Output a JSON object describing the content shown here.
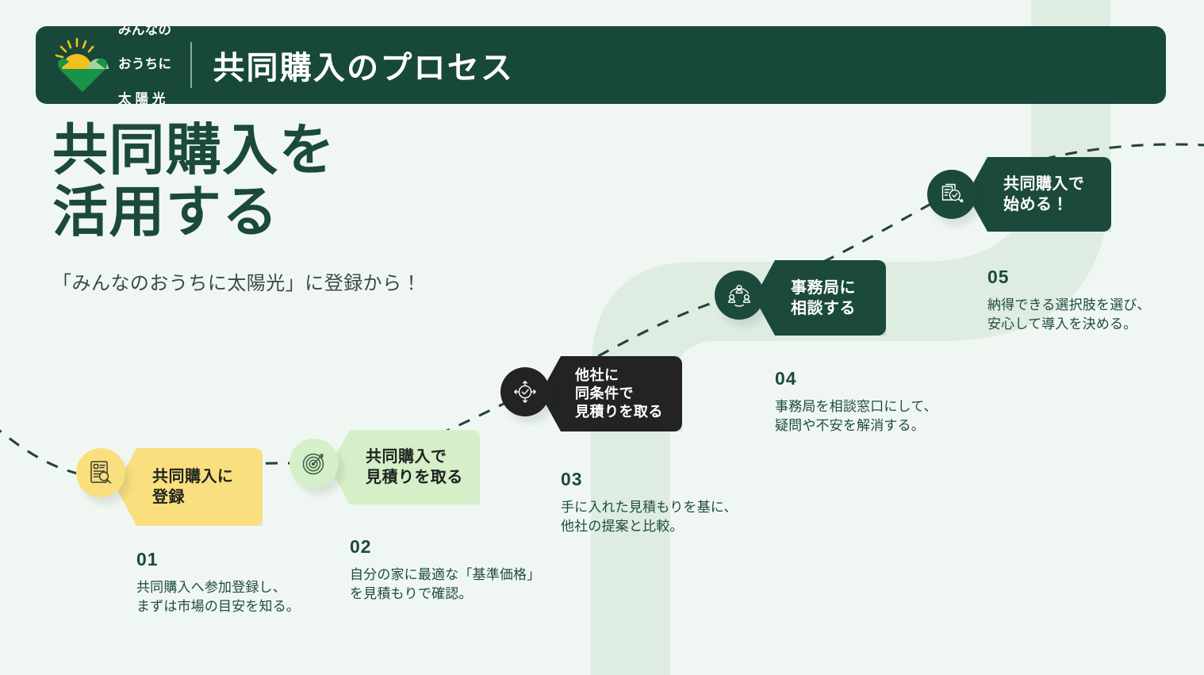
{
  "header": {
    "logo": {
      "name": "minna-no-ouchi-ni-taiyoukou-logo",
      "line1": "みんなの",
      "line2": "おうちに",
      "line3": "太陽光"
    },
    "title": "共同購入のプロセス"
  },
  "hero": {
    "title": "共同購入を\n活用する",
    "subtitle": "「みんなのおうちに太陽光」に登録から！"
  },
  "colors": {
    "page_background": "#F0F7F2",
    "brand_dark_green": "#18483A",
    "accent_yellow": "#FADF7E",
    "accent_light_green": "#D5EFC8",
    "accent_charcoal": "#232323",
    "ribbon_green": "#DFECE2",
    "text_green": "#1B4A3C",
    "logo_sun_yellow": "#F2C01E",
    "logo_heart_green": "#179447",
    "logo_hill_green": "#9FD69E"
  },
  "steps": [
    {
      "number": "01",
      "icon": "document-search-icon",
      "badge_label": "共同購入に\n登録",
      "description": "共同購入へ参加登録し、\nまずは市場の目安を知る。",
      "badge_bg": "#FADF7E",
      "badge_text_color": "#1F2420",
      "circle_bg": "#FADF7E",
      "icon_color": "#3B3A2E"
    },
    {
      "number": "02",
      "icon": "target-dart-icon",
      "badge_label": "共同購入で\n見積りを取る",
      "description": "自分の家に最適な「基準価格」\nを見積もりで確認。",
      "badge_bg": "#D5EFC8",
      "badge_text_color": "#1F2420",
      "circle_bg": "#D5EFC8",
      "icon_color": "#3C5E43"
    },
    {
      "number": "03",
      "icon": "compare-target-check-icon",
      "badge_label": "他社に\n同条件で\n見積りを取る",
      "description": "手に入れた見積もりを基に、\n他社の提案と比較。",
      "badge_bg": "#232323",
      "badge_text_color": "#FFFFFF",
      "circle_bg": "#232323",
      "icon_color": "#FFFFFF"
    },
    {
      "number": "04",
      "icon": "people-group-icon",
      "badge_label": "事務局に\n相談する",
      "description": "事務局を相談窓口にして、\n疑問や不安を解消する。",
      "badge_bg": "#1B4A3C",
      "badge_text_color": "#FFFFFF",
      "circle_bg": "#1B4A3C",
      "icon_color": "#FFFFFF"
    },
    {
      "number": "05",
      "icon": "document-check-search-icon",
      "badge_label": "共同購入で\n始める！",
      "description": "納得できる選択肢を選び、\n安心して導入を決める。",
      "badge_bg": "#1B4A3C",
      "badge_text_color": "#FFFFFF",
      "circle_bg": "#1B4A3C",
      "icon_color": "#FFFFFF"
    }
  ]
}
